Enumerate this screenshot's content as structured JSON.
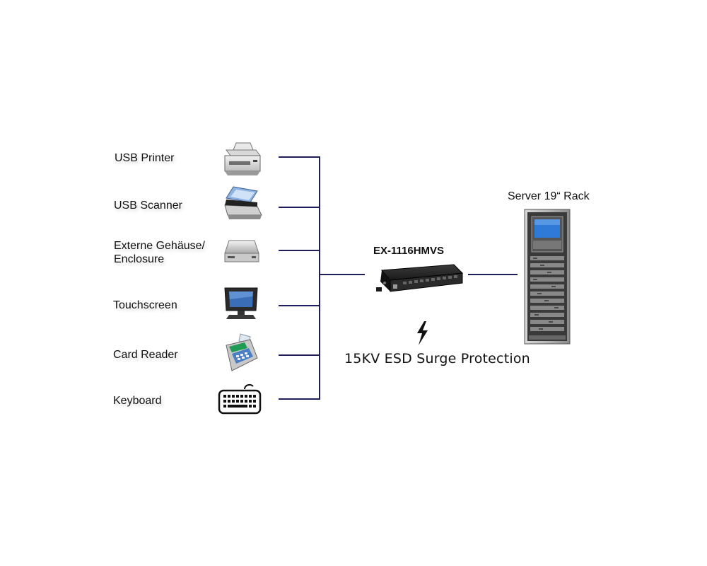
{
  "devices": [
    {
      "label": "USB Printer",
      "icon": "printer-icon"
    },
    {
      "label": "USB Scanner",
      "icon": "scanner-icon"
    },
    {
      "label": "Externe Gehäuse/",
      "label2": "Enclosure",
      "icon": "hard-drive-icon"
    },
    {
      "label": "Touchscreen",
      "icon": "touchscreen-icon"
    },
    {
      "label": "Card Reader",
      "icon": "card-reader-icon"
    },
    {
      "label": "Keyboard",
      "icon": "keyboard-icon"
    }
  ],
  "hub": {
    "label": "EX-1116HMVS",
    "icon": "usb-hub-icon"
  },
  "rack": {
    "label": "Server 19“ Rack",
    "icon": "server-rack-icon"
  },
  "protection": {
    "label": "15KV ESD Surge Protection",
    "icon": "lightning-bolt-icon"
  },
  "colors": {
    "line": "#1e1f5a"
  }
}
